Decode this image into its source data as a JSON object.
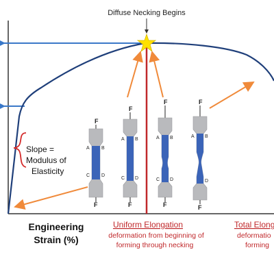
{
  "labels": {
    "necking": "Diffuse Necking Begins",
    "slope_line1": "Slope =",
    "slope_line2": "Modulus of",
    "slope_line3": "Elasticity",
    "x_axis_line1": "Engineering",
    "x_axis_line2": "Strain (%)",
    "uniform_title": "Uniform Elongation",
    "uniform_desc1": "deformation from beginning of",
    "uniform_desc2": "forming through necking",
    "total_title": "Total Elong",
    "total_desc1": "deformatio",
    "total_desc2": "forming"
  },
  "specimens": [
    {
      "top": "F",
      "bottom": "F",
      "a": "A",
      "b": "B",
      "c": "C",
      "d": "D"
    },
    {
      "top": "F",
      "bottom": "F",
      "a": "A",
      "b": "B",
      "c": "C",
      "d": "D"
    },
    {
      "top": "F",
      "bottom": "F",
      "a": "A",
      "b": "B",
      "c": "C",
      "d": "D"
    },
    {
      "top": "F",
      "bottom": "F",
      "a": "A",
      "b": "B",
      "c": "",
      "d": "D"
    }
  ],
  "colors": {
    "curve": "#1f3f7a",
    "axis_arrow": "#3a78c8",
    "orange": "#f08a3a",
    "red_line": "#c0282b",
    "red_text": "#c0282b",
    "brace": "#d42a2a",
    "star": "#ffe100",
    "specimen_grey": "#b9babd",
    "specimen_blue": "#3b64b8"
  }
}
